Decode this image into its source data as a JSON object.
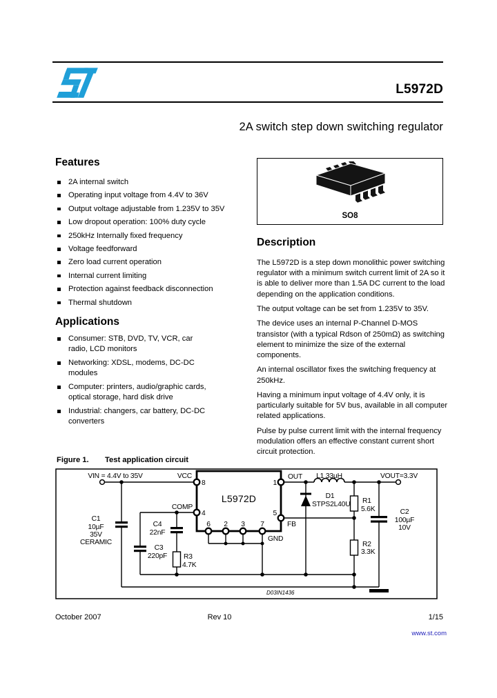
{
  "header": {
    "part_number": "L5972D",
    "subtitle": "2A switch step down switching regulator"
  },
  "features": {
    "heading": "Features",
    "items": [
      "2A internal switch",
      "Operating input voltage from 4.4V to 36V",
      "Output voltage adjustable from 1.235V to 35V",
      "Low dropout operation: 100% duty cycle",
      "250kHz Internally fixed frequency",
      "Voltage feedforward",
      "Zero load current operation",
      "Internal current limiting",
      "Protection against feedback disconnection",
      "Thermal shutdown"
    ]
  },
  "applications": {
    "heading": "Applications",
    "items": [
      "Consumer: STB, DVD, TV, VCR, car radio, LCD monitors",
      "Networking: XDSL, modems, DC-DC modules",
      "Computer: printers, audio/graphic cards, optical storage, hard disk drive",
      "Industrial: changers, car battery, DC-DC converters"
    ]
  },
  "package": {
    "label": "SO8"
  },
  "description": {
    "heading": "Description",
    "paragraphs": [
      "The L5972D is a step down monolithic power switching regulator with a minimum switch current limit of 2A so it is able to deliver more than 1.5A DC current to the load depending on the application conditions.",
      "The output voltage can be set from 1.235V to 35V.",
      "The device uses an internal P-Channel D-MOS transistor (with a typical Rdson of 250mΩ) as switching element to minimize the size of the external components.",
      "An internal oscillator fixes the switching frequency at 250kHz.",
      "Having a minimum input voltage of 4.4V only, it is particularly suitable for 5V bus, available in all computer related applications.",
      "Pulse by pulse current limit with the internal frequency modulation offers an effective constant current short circuit protection."
    ]
  },
  "figure": {
    "label": "Figure 1.",
    "caption": "Test application circuit",
    "drawing_id": "D03IN1436",
    "labels": {
      "vin": "VIN = 4.4V to 35V",
      "vcc": "VCC",
      "comp": "COMP",
      "out": "OUT",
      "fb": "FB",
      "gnd": "GND",
      "chip": "L5972D",
      "pin8": "8",
      "pin4": "4",
      "pin1": "1",
      "pin5": "5",
      "pin6": "6",
      "pin2": "2",
      "pin3": "3",
      "pin7": "7",
      "c1": "C1",
      "c1_value": "10µF",
      "c1_voltage": "35V",
      "c1_type": "CERAMIC",
      "c4": "C4",
      "c4_value": "22nF",
      "c3": "C3",
      "c3_value": "220pF",
      "r3": "R3",
      "r3_value": "4.7K",
      "l1": "L1 33µH",
      "vout": "VOUT=3.3V",
      "d1": "D1",
      "d1_part": "STPS2L40U",
      "r1": "R1",
      "r1_value": "5.6K",
      "r2": "R2",
      "r2_value": "3.3K",
      "c2": "C2",
      "c2_value": "100µF",
      "c2_voltage": "10V"
    }
  },
  "footer": {
    "date": "October 2007",
    "revision": "Rev 10",
    "page": "1/15",
    "website": "www.st.com"
  },
  "colors": {
    "accent_blue": "#1F9FD8",
    "link_blue": "#2222BB"
  }
}
